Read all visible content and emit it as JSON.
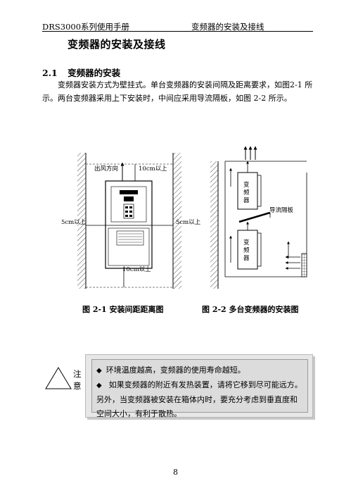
{
  "header": {
    "left": "DRS3000系列使用手册",
    "right": "变频器的安装及接线"
  },
  "chapter_title": "变频器的安装及接线",
  "section": {
    "number": "2.1",
    "title": "变频器的安装"
  },
  "paragraph": "变频器安装方式为壁挂式。单台变频器的安装间隔及距离要求，如图2-1 所示。两台变频器采用上下安装时，中间应采用导流隔板，如图 2-2 所示。",
  "figure1": {
    "label_outflow": "出风方向",
    "label_top": "10cm以上",
    "label_left": "5cm以上",
    "label_right": "5cm以上",
    "label_bottom": "10cm以上",
    "caption": "图 2-1 安装间距距离图"
  },
  "figure2": {
    "upper_unit": "变频器",
    "lower_unit": "变频器",
    "baffle_label": "导流隔板",
    "caption": "图 2-2 多台变频器的安装图"
  },
  "notice": {
    "label": "注意",
    "items": [
      "环境温度越高，变频器的使用寿命越短。",
      "如果变频器的附近有发热装置，请将它移到尽可能远方。另外，当变频器被安装在箱体内时，要充分考虑到垂直度和空间大小，有利于散热。"
    ]
  },
  "page_number": "8"
}
